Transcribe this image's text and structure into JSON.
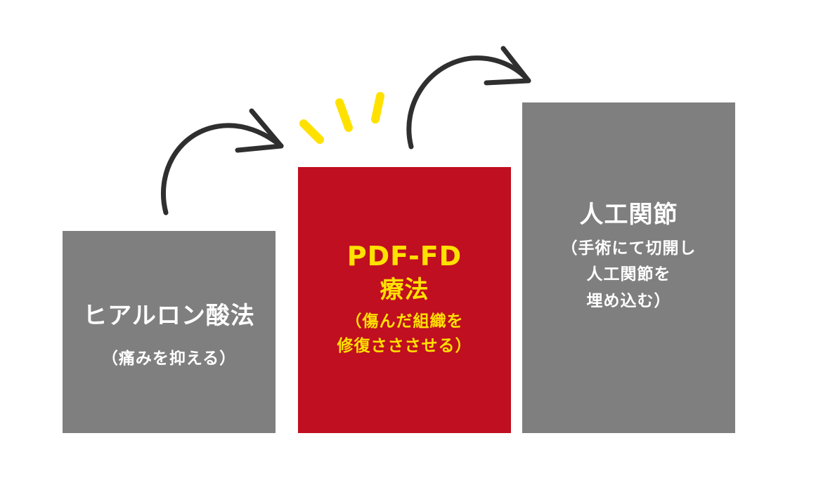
{
  "colors": {
    "background": "#ffffff",
    "gray_block": "#807f80",
    "red_block": "#c00f20",
    "white_text": "#ffffff",
    "yellow_text": "#ffe100",
    "arrow": "#2f2f2f",
    "burst": "#ffe100"
  },
  "steps": [
    {
      "title": "ヒアルロン酸法",
      "subtitle_lines": [
        "（痛みを抑える）"
      ]
    },
    {
      "title_en": "PDF-FD",
      "title": "療法",
      "subtitle_lines": [
        "（傷んだ組織を",
        "修復さささせる）"
      ]
    },
    {
      "title": "人工関節",
      "subtitle_lines": [
        "（手術にて切開し",
        "人工関節を",
        "埋め込む）"
      ]
    }
  ],
  "icons": {
    "arrow_1": "curved-arrow-icon",
    "arrow_2": "curved-arrow-icon",
    "burst": "highlight-burst-icon"
  }
}
